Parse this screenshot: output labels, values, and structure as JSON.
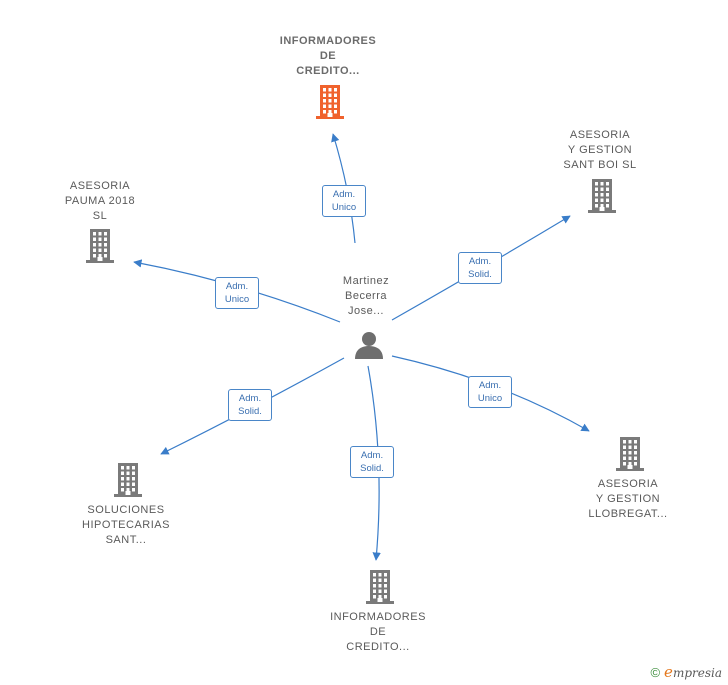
{
  "center": {
    "lines": [
      "Martinez",
      "Becerra",
      "Jose..."
    ],
    "icon": "person-icon"
  },
  "nodes": [
    {
      "id": "informadores-top",
      "lines": [
        "INFORMADORES",
        "DE",
        "CREDITO..."
      ],
      "highlight": true,
      "icon": "building-icon",
      "color": "#f0622d"
    },
    {
      "id": "asesoria-sant-boi",
      "lines": [
        "ASESORIA",
        "Y GESTION",
        "SANT BOI  SL"
      ],
      "highlight": false,
      "icon": "building-icon",
      "color": "#7a7a7a"
    },
    {
      "id": "asesoria-pauma",
      "lines": [
        "ASESORIA",
        "PAUMA 2018",
        "SL"
      ],
      "highlight": false,
      "icon": "building-icon",
      "color": "#7a7a7a"
    },
    {
      "id": "asesoria-llobregat",
      "lines": [
        "ASESORIA",
        "Y GESTION",
        "LLOBREGAT..."
      ],
      "highlight": false,
      "icon": "building-icon",
      "color": "#7a7a7a"
    },
    {
      "id": "soluciones-hipotecarias",
      "lines": [
        "SOLUCIONES",
        "HIPOTECARIAS",
        "SANT..."
      ],
      "highlight": false,
      "icon": "building-icon",
      "color": "#7a7a7a"
    },
    {
      "id": "informadores-bottom",
      "lines": [
        "INFORMADORES",
        "DE",
        "CREDITO..."
      ],
      "highlight": false,
      "icon": "building-icon",
      "color": "#7a7a7a"
    }
  ],
  "edges": [
    {
      "target": "informadores-top",
      "lines": [
        "Adm.",
        "Unico"
      ]
    },
    {
      "target": "asesoria-sant-boi",
      "lines": [
        "Adm.",
        "Solid."
      ]
    },
    {
      "target": "asesoria-pauma",
      "lines": [
        "Adm.",
        "Unico"
      ]
    },
    {
      "target": "asesoria-llobregat",
      "lines": [
        "Adm.",
        "Unico"
      ]
    },
    {
      "target": "soluciones-hipotecarias",
      "lines": [
        "Adm.",
        "Solid."
      ]
    },
    {
      "target": "informadores-bottom",
      "lines": [
        "Adm.",
        "Solid."
      ]
    }
  ],
  "colors": {
    "edge": "#3a7dc9",
    "badge_border": "#4a86c8",
    "building": "#7a7a7a",
    "highlight_building": "#f0622d",
    "person": "#6e6e6e"
  },
  "footer": {
    "copyright_symbol": "©",
    "brand_first": "e",
    "brand_rest": "mpresia"
  }
}
